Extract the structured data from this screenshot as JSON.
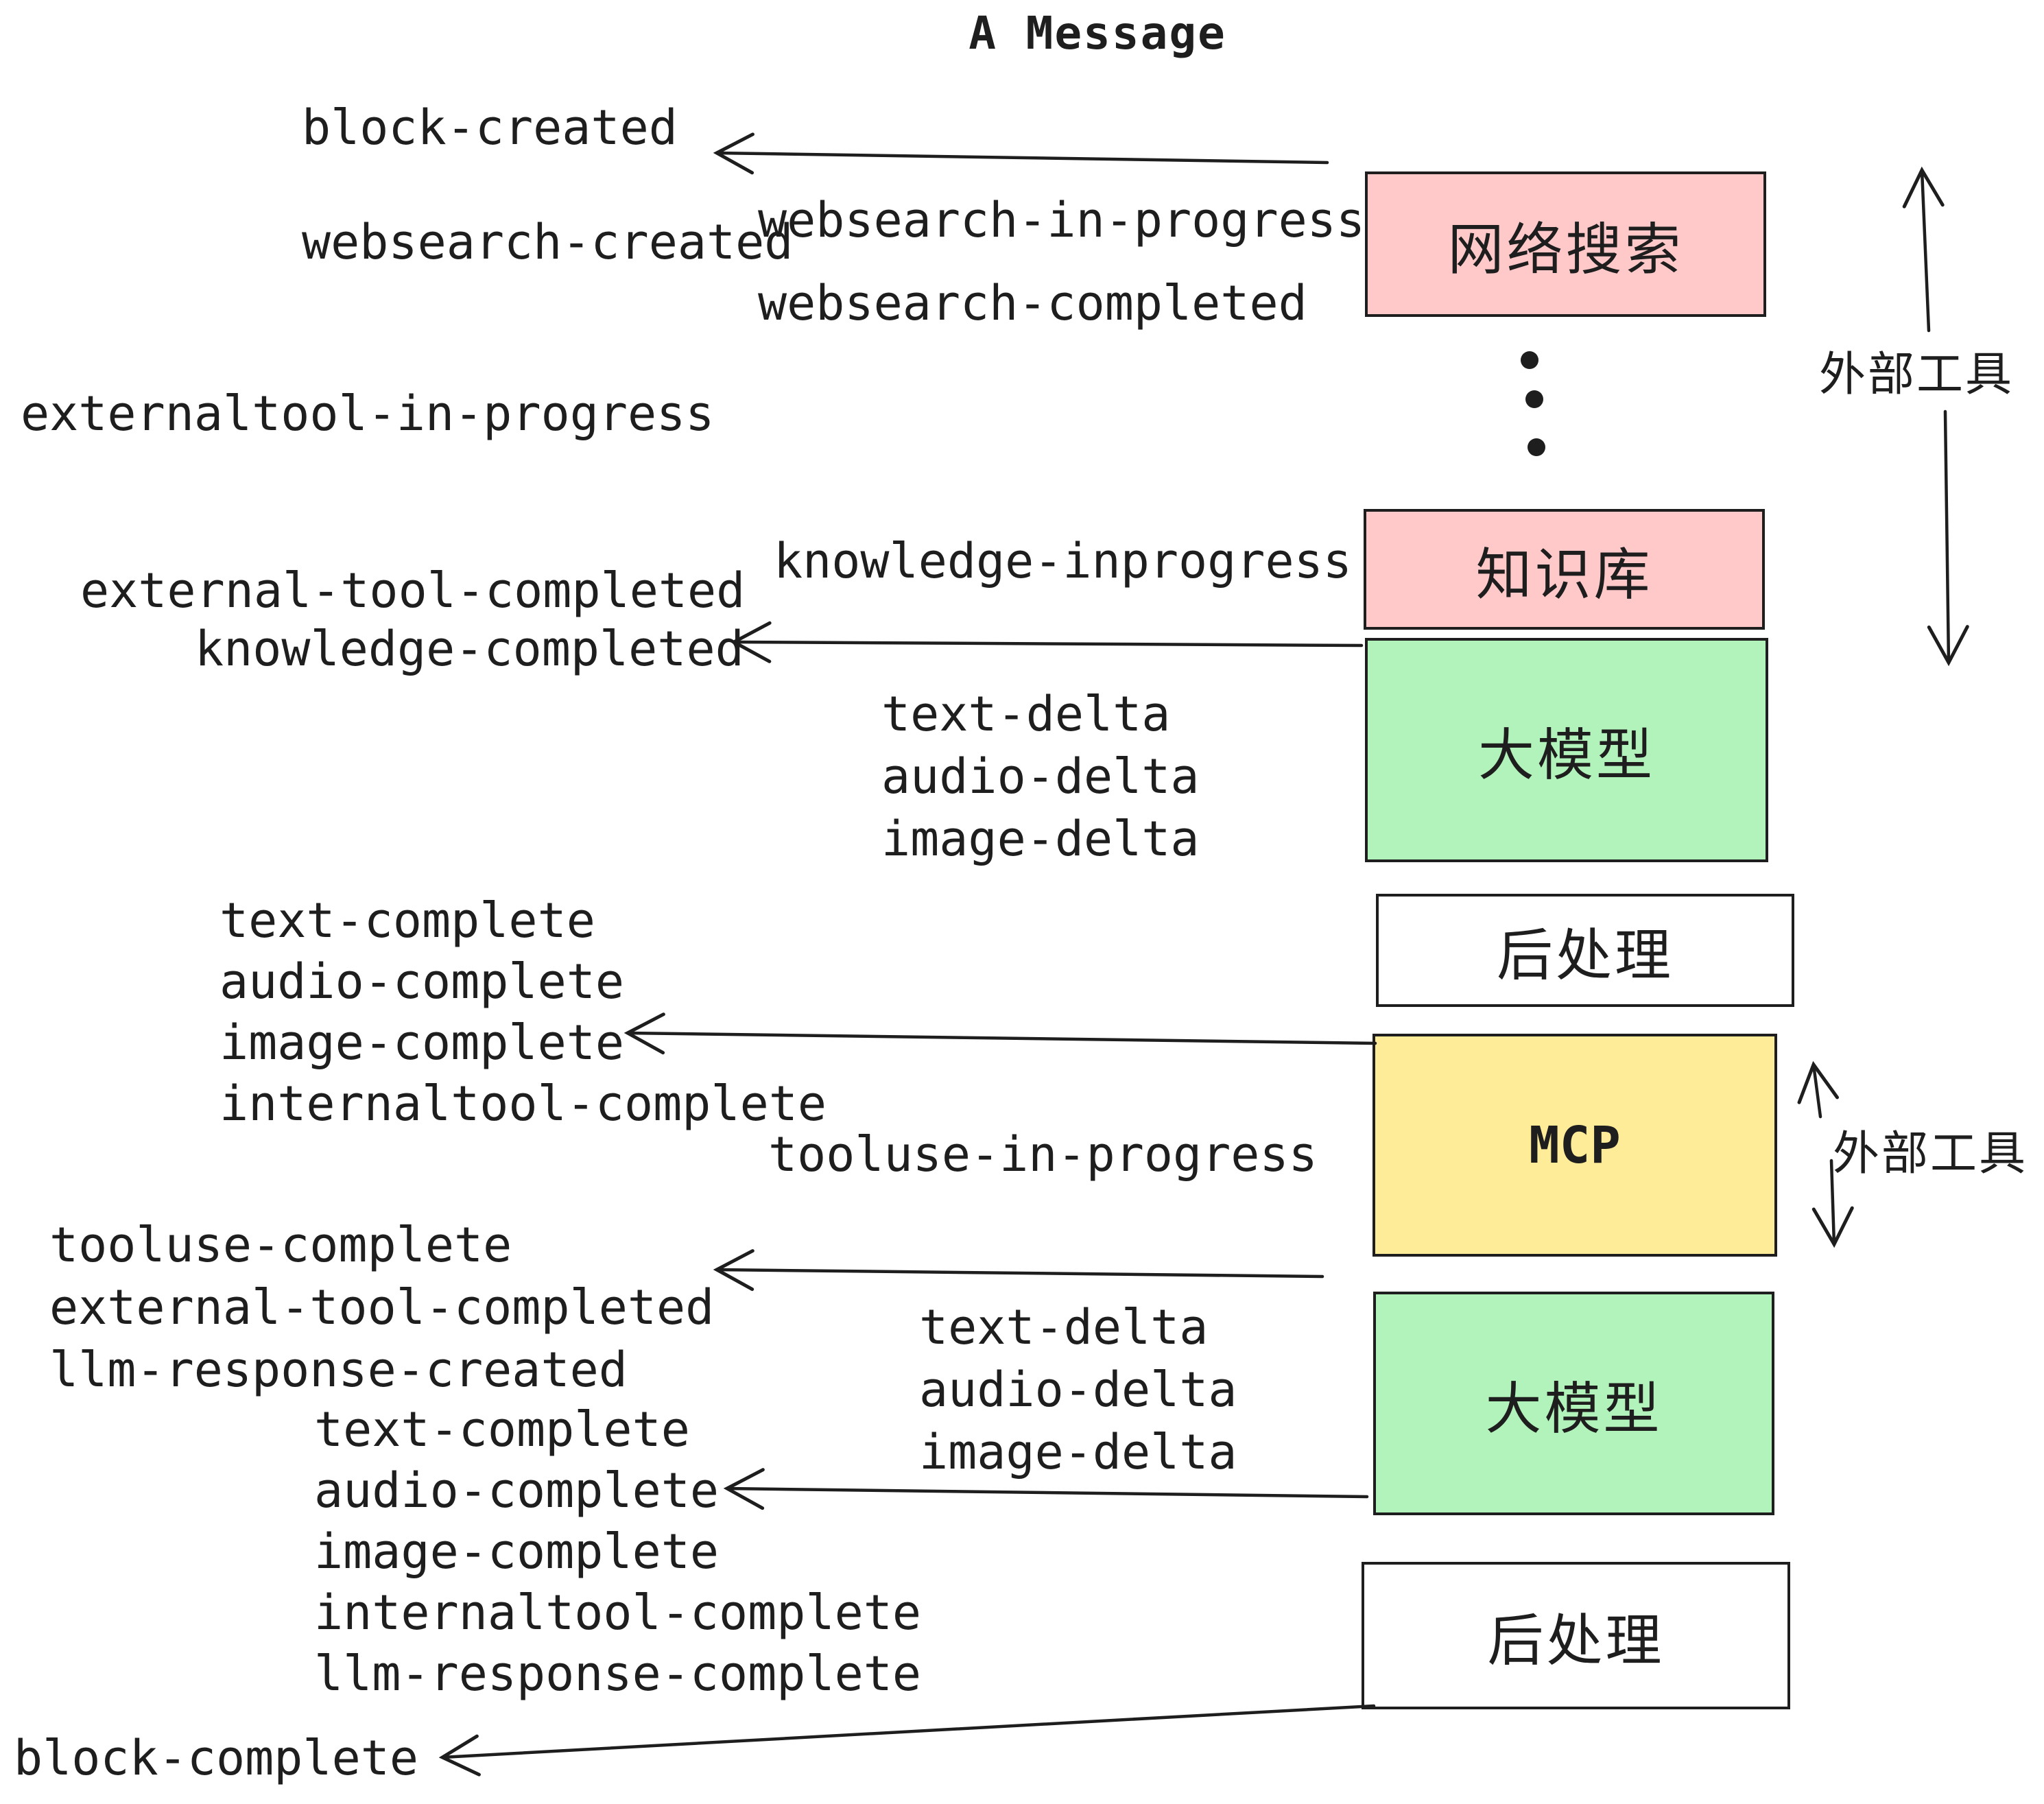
{
  "title": "A Message",
  "colors": {
    "pink": "#ffc9c9",
    "green": "#b2f2bb",
    "yellow": "#ffec99",
    "ink": "#1e1e1e",
    "paper": "#ffffff"
  },
  "boxes": {
    "websearch": "网络搜索",
    "knowledge": "知识库",
    "llm1": "大模型",
    "post1": "后处理",
    "mcp": "MCP",
    "llm2": "大模型",
    "post2": "后处理"
  },
  "side_labels": {
    "external_tools_top": "外部工具",
    "external_tools_mid": "外部工具"
  },
  "labels": {
    "block_created": "block-created",
    "websearch_created": "websearch-created",
    "websearch_in_progress": "websearch-in-progress",
    "websearch_completed": "websearch-completed",
    "externaltool_in_progress": "externaltool-in-progress",
    "knowledge_inprogress": "knowledge-inprogress",
    "external_tool_completed": "external-tool-completed",
    "knowledge_completed": "knowledge-completed",
    "deltas1": [
      "text-delta",
      "audio-delta",
      "image-delta"
    ],
    "completes1": [
      "text-complete",
      "audio-complete",
      "image-complete",
      "internaltool-complete"
    ],
    "tooluse_in_progress": "tooluse-in-progress",
    "tooluse_complete": "tooluse-complete",
    "external_tool_completed2": "external-tool-completed",
    "llm_response_created": "llm-response-created",
    "deltas2": [
      "text-delta",
      "audio-delta",
      "image-delta"
    ],
    "completes2": [
      "text-complete",
      "audio-complete",
      "image-complete",
      "internaltool-complete",
      "llm-response-complete"
    ],
    "block_complete": "block-complete"
  }
}
